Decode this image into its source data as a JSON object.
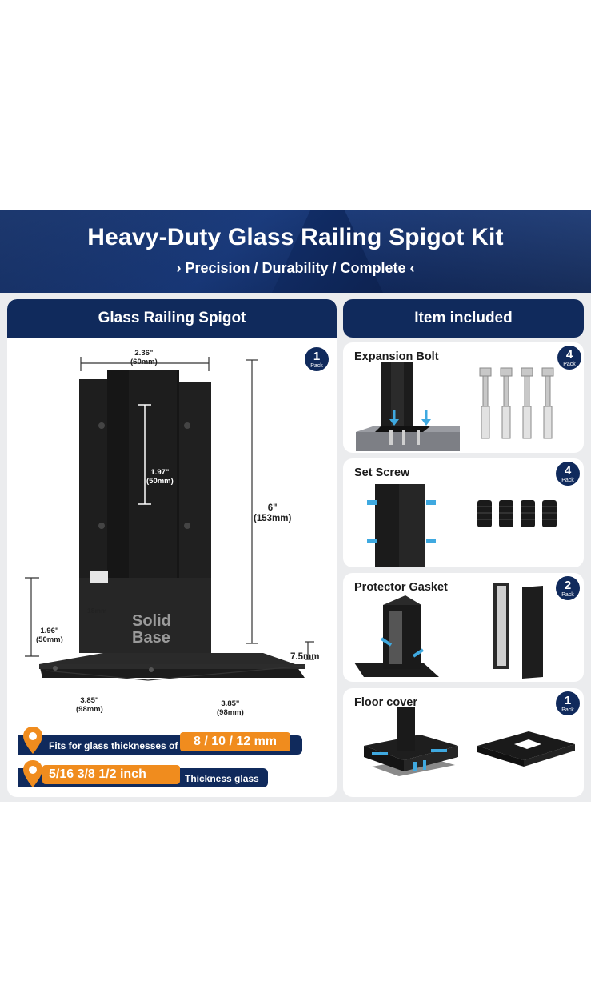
{
  "banner": {
    "title": "Heavy-Duty Glass Railing Spigot Kit",
    "subtitle": "› Precision / Durability / Complete ‹"
  },
  "left_panel": {
    "header": "Glass Railing Spigot",
    "pack": {
      "number": "1",
      "label": "Pack"
    },
    "product_text_line1": "Solid",
    "product_text_line2": "Base",
    "dimensions": {
      "top_width": {
        "inch": "2.36\"",
        "mm": "(60mm)"
      },
      "slot_height": {
        "inch": "1.97\"",
        "mm": "(50mm)"
      },
      "total_height": {
        "inch": "6\"",
        "mm": "(153mm)"
      },
      "base_height": {
        "inch": "1.96\"",
        "mm": "(50mm)"
      },
      "slot_width": "18mm",
      "plate_thickness": "7.5mm",
      "base_left": {
        "inch": "3.85\"",
        "mm": "(98mm)"
      },
      "base_right": {
        "inch": "3.85\"",
        "mm": "(98mm)"
      }
    },
    "feature1": {
      "text": "Fits for glass thicknesses of",
      "value": "8 / 10 / 12 mm"
    },
    "feature2": {
      "value": "5/16  3/8  1/2 inch",
      "text": "Thickness glass"
    }
  },
  "right_panel": {
    "header": "Item included",
    "items": [
      {
        "title": "Expansion Bolt",
        "pack_number": "4",
        "pack_label": "Pack"
      },
      {
        "title": "Set Screw",
        "pack_number": "4",
        "pack_label": "Pack"
      },
      {
        "title": "Protector Gasket",
        "pack_number": "2",
        "pack_label": "Pack"
      },
      {
        "title": "Floor cover",
        "pack_number": "1",
        "pack_label": "Pack"
      }
    ]
  },
  "colors": {
    "navy": "#102a5c",
    "orange": "#f08c1e",
    "background": "#ebecee",
    "accent_blue": "#3fa9e0"
  }
}
